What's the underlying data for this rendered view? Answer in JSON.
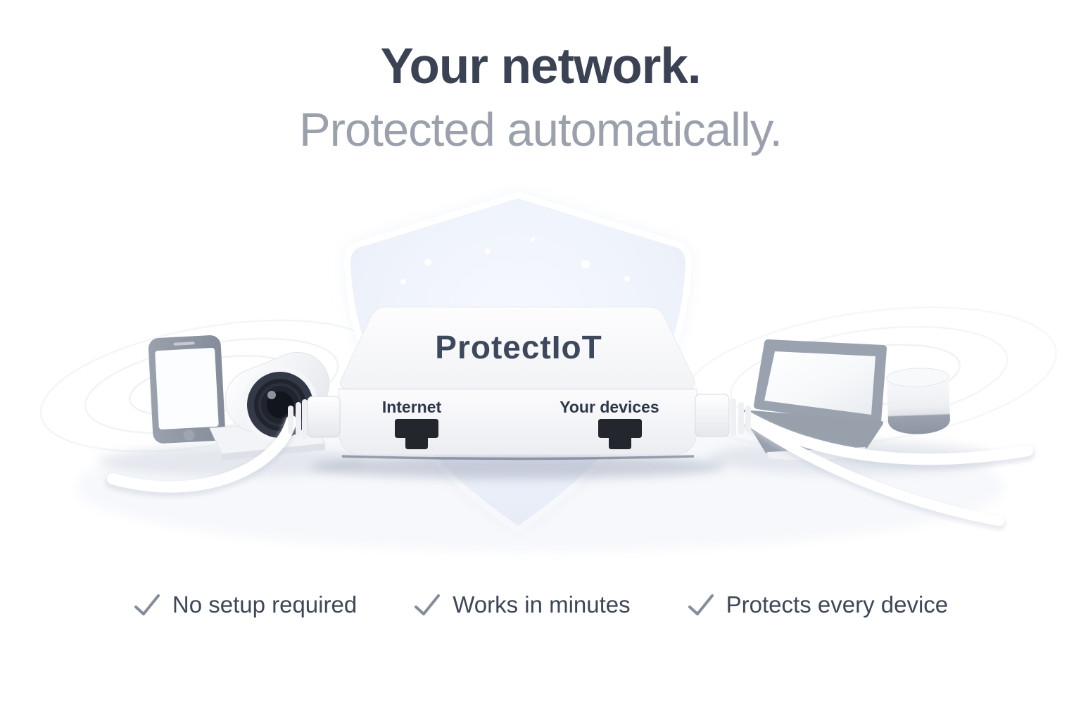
{
  "hero": {
    "title": "Your network.",
    "subtitle": "Protected automatically."
  },
  "device": {
    "brand": "ProtectIoT",
    "port_left_label": "Internet",
    "port_right_label": "Your devices"
  },
  "features": [
    {
      "icon": "check",
      "label": "No setup required"
    },
    {
      "icon": "check",
      "label": "Works in minutes"
    },
    {
      "icon": "check",
      "label": "Protects every device"
    }
  ],
  "illustration": {
    "center_graphics": [
      "shield",
      "security-gateway-box"
    ],
    "left_devices": [
      "smartphone",
      "security-camera"
    ],
    "right_devices": [
      "laptop",
      "smart-speaker"
    ],
    "effects": [
      "wifi-ripples",
      "ethernet-cables"
    ]
  },
  "colors": {
    "background": "#ffffff",
    "title_text": "#3a4253",
    "subtitle_text": "#9aa1ad",
    "brand_text": "#3e485c",
    "port_label_text": "#2d374b",
    "feature_text": "#3e4757",
    "check_mark": "#838c9a",
    "shield_fill": "#eef2fb",
    "ethernet_jack": "#23262d",
    "device_gray": "#959ca8"
  }
}
